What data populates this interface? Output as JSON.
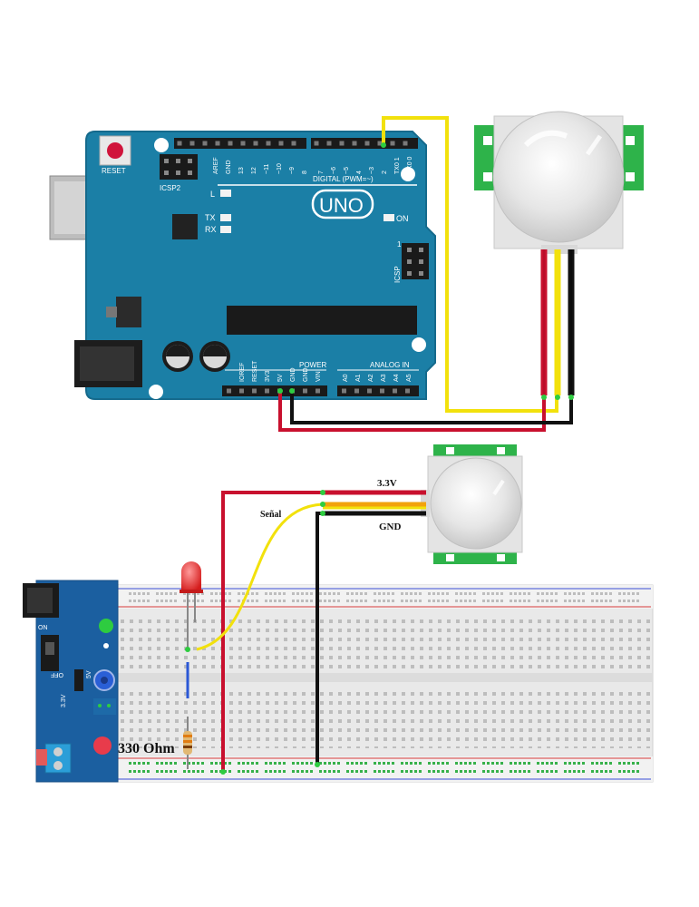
{
  "arduino": {
    "reset_label": "RESET",
    "icsp2_label": "ICSP2",
    "l_label": "L",
    "tx_label": "TX",
    "rx_label": "RX",
    "on_label": "ON",
    "uno_label": "UNO",
    "digital_label": "DIGITAL (PWM=~)",
    "icsp_label": "ICSP",
    "icsp_pin1": "1",
    "power_label": "POWER",
    "analog_label": "ANALOG IN",
    "top_pins": [
      "AREF",
      "GND",
      "13",
      "12",
      "~11",
      "~10",
      "~9",
      "8",
      "7",
      "~6",
      "~5",
      "4",
      "~3",
      "2",
      "TX0 1",
      "RX0 0"
    ],
    "power_pins": [
      "IOREF",
      "RESET",
      "3V3",
      "5V",
      "GND",
      "GND",
      "VIN"
    ],
    "analog_pins": [
      "A0",
      "A1",
      "A2",
      "A3",
      "A4",
      "A5"
    ]
  },
  "breadboard_circuit": {
    "voltage_label": "3.3V",
    "signal_label": "Señal",
    "gnd_label": "GND",
    "resistor_label": "330 Ohm",
    "psu_on": "ON",
    "psu_off": "OFF",
    "psu_3v3": "3.3V",
    "psu_5v": "5V"
  },
  "colors": {
    "board": "#1b7fa6",
    "wire_red": "#c8102e",
    "wire_yellow": "#f2e10c",
    "wire_black": "#111111",
    "led": "#e22a2a"
  }
}
